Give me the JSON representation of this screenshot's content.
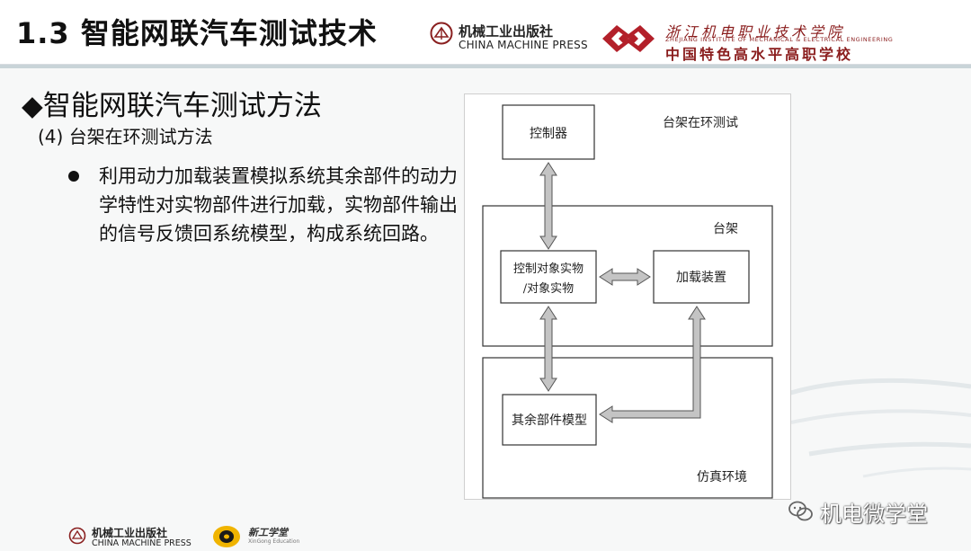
{
  "header": {
    "title": "1.3 智能网联汽车测试技术",
    "publisher_cn": "机械工业出版社",
    "publisher_en": "CHINA MACHINE PRESS",
    "school_art": "浙江机电职业技术学院",
    "school_en": "ZHEJIANG INSTITUTE OF MECHANICAL & ELECTRICAL ENGINEERING",
    "school_slogan": "中国特色高水平高职学校"
  },
  "content": {
    "section_heading": "◆智能网联汽车测试方法",
    "sub_heading": "(4) 台架在环测试方法",
    "bullet": "利用动力加载装置模拟系统其余部件的动力学特性对实物部件进行加载，实物部件输出的信号反馈回系统模型，构成系统回路。"
  },
  "diagram": {
    "title": "台架在环测试",
    "controller": "控制器",
    "bench_label": "台架",
    "object_line1": "控制对象实物",
    "object_line2": "/对象实物",
    "loading_device": "加载装置",
    "remaining_model": "其余部件模型",
    "sim_env_label": "仿真环境"
  },
  "watermark": {
    "text": "机电微学堂"
  },
  "footer": {
    "publisher_cn": "机械工业出版社",
    "publisher_en": "CHINA MACHINE PRESS",
    "brand_cn": "新工学堂",
    "brand_en": "XinGong Education"
  },
  "colors": {
    "school_red": "#8a1d1d",
    "arrow_gray": "#b8b8b8"
  }
}
